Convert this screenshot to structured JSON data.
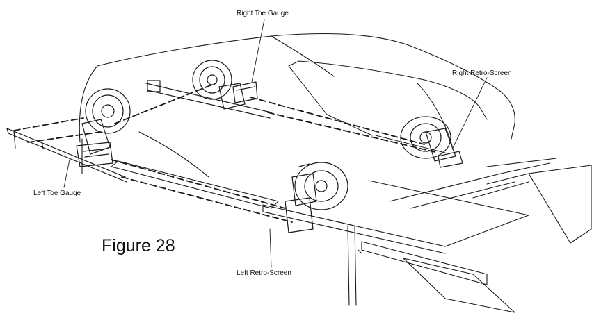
{
  "labels": {
    "right_toe_gauge": "Right Toe Gauge",
    "right_retro_screen": "Right Retro-Screen",
    "left_toe_gauge": "Left Toe Gauge",
    "left_retro_screen": "Left Retro-Screen"
  },
  "caption": "Figure 28",
  "colors": {
    "ink": "#1a1a1a",
    "background": "#ffffff"
  }
}
